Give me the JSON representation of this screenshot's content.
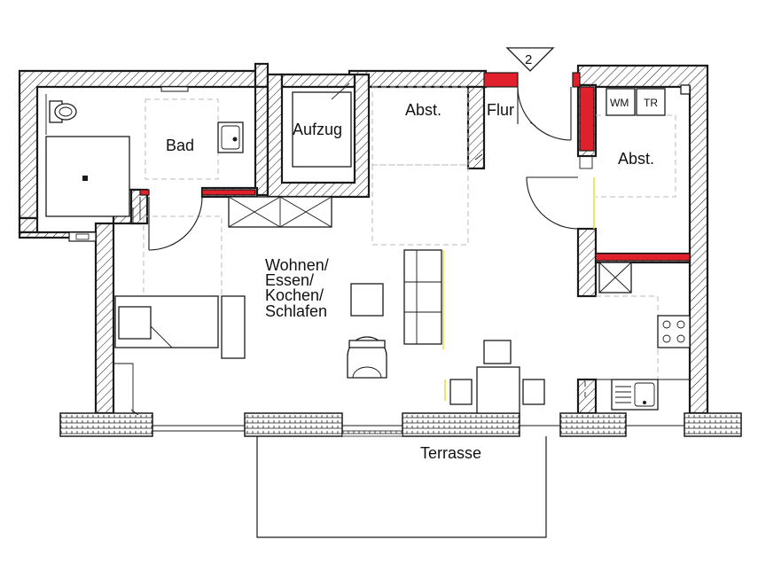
{
  "rooms": {
    "bad": "Bad",
    "aufzug": "Aufzug",
    "abst_left": "Abst.",
    "flur": "Flur",
    "abst_right": "Abst.",
    "wohnen_line1": "Wohnen/",
    "wohnen_line2": "Essen/",
    "wohnen_line3": "Kochen/",
    "wohnen_line4": "Schlafen",
    "terrasse": "Terrasse"
  },
  "appliances": {
    "washer": "WM",
    "dryer": "TR"
  },
  "entrance_marker": "2",
  "colors": {
    "wall_outline": "#1a1a1a",
    "new_wall_red": "#e0202a",
    "dashed_outline": "#b8b8b8",
    "accent_yellow": "#e6e14a"
  }
}
